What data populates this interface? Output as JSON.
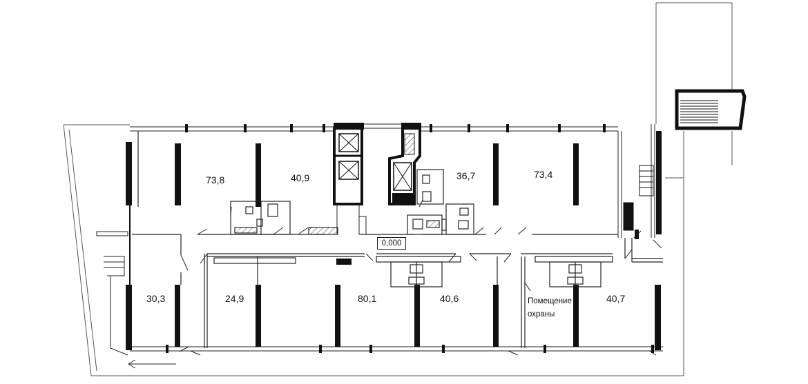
{
  "plan": {
    "level_mark": "0,000",
    "rooms": [
      {
        "area": "73,8"
      },
      {
        "area": "40,9"
      },
      {
        "area": "36,7"
      },
      {
        "area": "73,4"
      },
      {
        "area": "30,3"
      },
      {
        "area": "24,9"
      },
      {
        "area": "80,1"
      },
      {
        "area": "40,6"
      },
      {
        "area": "40,7",
        "name_line1": "Помещение",
        "name_line2": "охраны"
      }
    ]
  }
}
